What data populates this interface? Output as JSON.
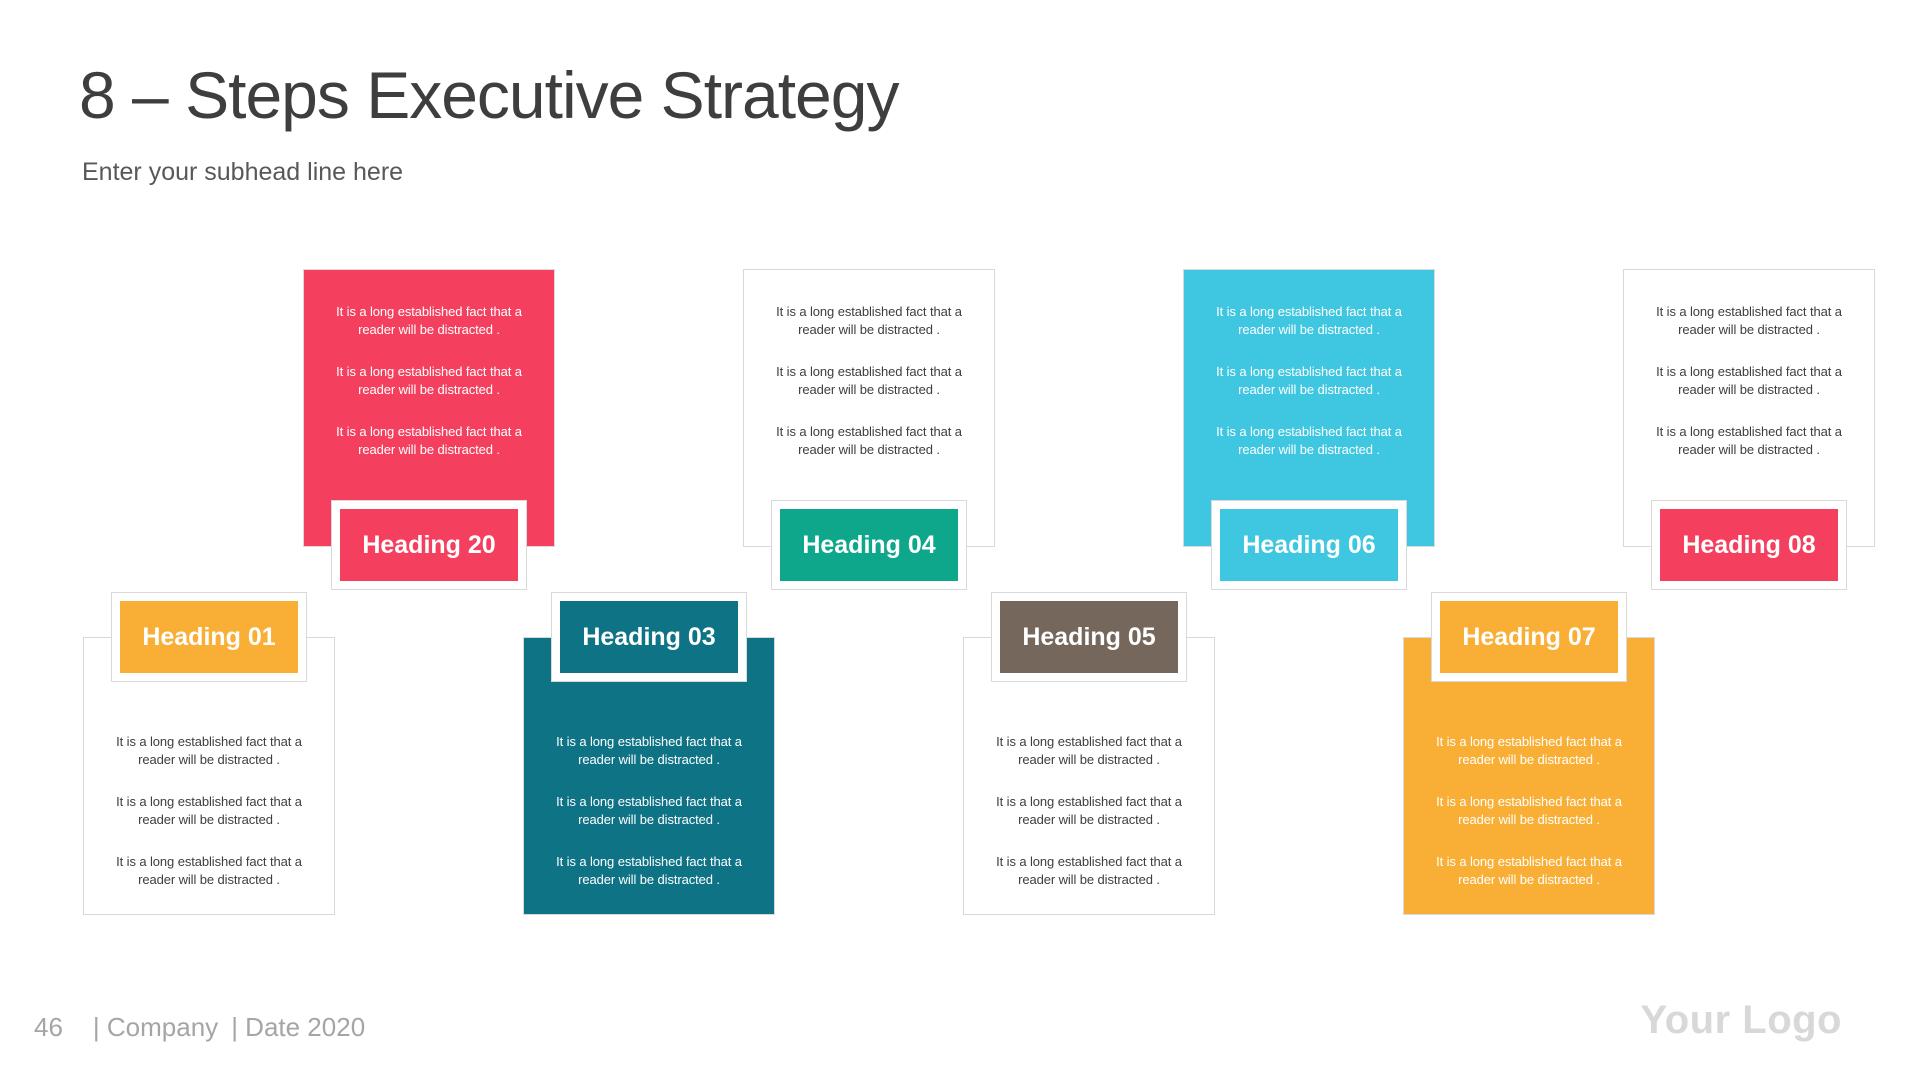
{
  "header": {
    "title": "8 – Steps Executive Strategy",
    "subhead": "Enter your subhead line here"
  },
  "cards": [
    {
      "heading": "Heading 01",
      "row": "bottom",
      "style": "outline",
      "accent": "#F9AF35",
      "paragraphs": [
        "It is a long established fact that a reader will be distracted .",
        "It is a long established fact that a reader will be distracted .",
        "It is a long established fact that a reader will be distracted ."
      ]
    },
    {
      "heading": "Heading 20",
      "row": "top",
      "style": "filled",
      "accent": "#F4405E",
      "paragraphs": [
        "It is a long established fact that a reader will be distracted .",
        "It is a long established fact that a reader will be distracted .",
        "It is a long established fact that a reader will be distracted ."
      ]
    },
    {
      "heading": "Heading 03",
      "row": "bottom",
      "style": "filled",
      "accent": "#0F7386",
      "paragraphs": [
        "It is a long established fact that a reader will be distracted .",
        "It is a long established fact that a reader will be distracted .",
        "It is a long established fact that a reader will be distracted ."
      ]
    },
    {
      "heading": "Heading 04",
      "row": "top",
      "style": "outline",
      "accent": "#0FA78C",
      "paragraphs": [
        "It is a long established fact that a reader will be distracted .",
        "It is a long established fact that a reader will be distracted .",
        "It is a long established fact that a reader will be distracted ."
      ]
    },
    {
      "heading": "Heading 05",
      "row": "bottom",
      "style": "outline",
      "accent": "#76675C",
      "paragraphs": [
        "It is a long established fact that a reader will be distracted .",
        "It is a long established fact that a reader will be distracted .",
        "It is a long established fact that a reader will be distracted ."
      ]
    },
    {
      "heading": "Heading 06",
      "row": "top",
      "style": "filled",
      "accent": "#3FC6E0",
      "paragraphs": [
        "It is a long established fact that a reader will be distracted .",
        "It is a long established fact that a reader will be distracted .",
        "It is a long established fact that a reader will be distracted ."
      ]
    },
    {
      "heading": "Heading 07",
      "row": "bottom",
      "style": "filled",
      "accent": "#F9AF35",
      "paragraphs": [
        "It is a long established fact that a reader will be distracted .",
        "It is a long established fact that a reader will be distracted .",
        "It is a long established fact that a reader will be distracted ."
      ]
    },
    {
      "heading": "Heading 08",
      "row": "top",
      "style": "outline",
      "accent": "#F4405E",
      "paragraphs": [
        "It is a long established fact that a reader will be distracted .",
        "It is a long established fact that a reader will be distracted .",
        "It is a long established fact that a reader will be distracted ."
      ]
    }
  ],
  "footer": {
    "page_number": "46",
    "company": "| Company",
    "date": "| Date 2020",
    "logo": "Your Logo"
  }
}
